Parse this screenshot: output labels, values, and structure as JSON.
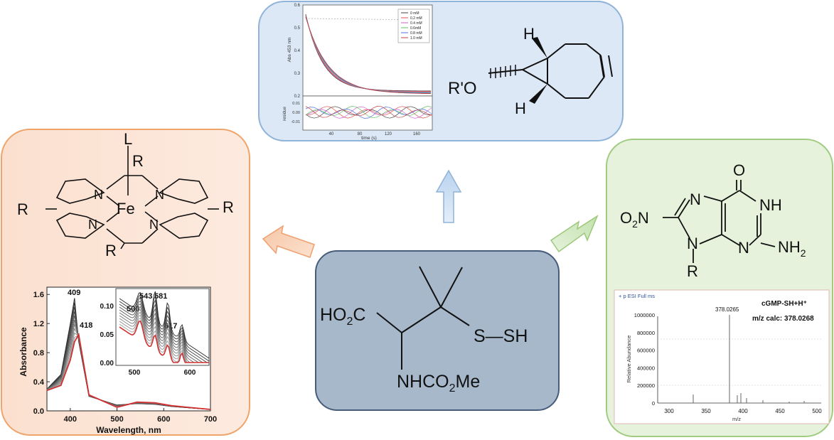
{
  "center": {
    "ho2c": "HO",
    "ho2c_sub": "2",
    "ho2c_c": "C",
    "ssh": "S—SH",
    "nhco2me_a": "NHCO",
    "nhco2me_sub": "2",
    "nhco2me_b": "Me"
  },
  "top_panel": {
    "kinetics": {
      "ylabel": "Abs 453 nm",
      "xlabel": "time (s)",
      "residue_label": "residue",
      "yticks": [
        "0.6",
        "0.5",
        "0.4",
        "0.3",
        "0.2"
      ],
      "xticks": [
        "40",
        "80",
        "120",
        "160"
      ],
      "residue_ticks": [
        "0.01",
        "0.00",
        "-0.01"
      ],
      "legend": [
        "0 mM",
        "0.2 mM",
        "0.4 mM",
        "0.6mM",
        "0.8 mM",
        "1.0  mM"
      ],
      "series_colors": [
        "#444444",
        "#e05050",
        "#d060d0",
        "#60c060",
        "#5070e0",
        "#c04040"
      ]
    },
    "molecule": {
      "r_o": "R'O",
      "h_top": "H",
      "h_bottom": "H"
    }
  },
  "left_panel": {
    "porphyrin": {
      "L": "L",
      "R_top": "R",
      "R_left": "R",
      "R_right": "R",
      "R_bottom": "R",
      "Fe": "Fe",
      "N": "N"
    },
    "chart_data": {
      "type": "line",
      "xlabel": "Wavelength, nm",
      "ylabel": "Absorbance",
      "xlim": [
        350,
        700
      ],
      "ylim": [
        0,
        1.7
      ],
      "xticks": [
        "400",
        "500",
        "600",
        "700"
      ],
      "yticks": [
        "0.0",
        "0.4",
        "0.8",
        "1.2",
        "1.6"
      ],
      "peak_labels": [
        "409",
        "418"
      ],
      "series": [
        {
          "x": [
            350,
            380,
            400,
            409,
            418,
            440,
            500,
            543,
            581,
            617,
            700
          ],
          "y": [
            0.3,
            0.5,
            1.2,
            1.55,
            0.95,
            0.2,
            0.08,
            0.1,
            0.09,
            0.06,
            0.02
          ]
        },
        {
          "x": [
            350,
            380,
            400,
            409,
            418,
            440,
            500,
            543,
            581,
            617,
            700
          ],
          "y": [
            0.28,
            0.35,
            0.7,
            0.95,
            1.05,
            0.22,
            0.05,
            0.12,
            0.11,
            0.07,
            0.02
          ]
        }
      ],
      "inset": {
        "xticks": [
          "500",
          "600"
        ],
        "yticks": [
          "0.10",
          "0.05",
          "0.00"
        ],
        "peak_labels": [
          "500",
          "543",
          "581",
          "617"
        ]
      }
    }
  },
  "right_panel": {
    "molecule": {
      "o": "O",
      "n7": "N",
      "nh": "NH",
      "o2n_a": "O",
      "o2n_sub": "2",
      "o2n_b": "N",
      "n9": "N",
      "n3": "N",
      "nh2_a": "NH",
      "nh2_sub": "2",
      "r": "R"
    },
    "ms": {
      "scan": "+ p ESI Full ms",
      "compound": "cGMP-SH+H⁺",
      "calc": "m/z calc: 378.0268",
      "peak_label": "378.0265",
      "ylabel": "Relative Abundance",
      "xlabel": "m/z",
      "yticks": [
        "1000000",
        "800000",
        "600000",
        "400000",
        "200000",
        "0"
      ],
      "xticks": [
        "300",
        "350",
        "400",
        "450",
        "500"
      ]
    }
  },
  "colors": {
    "left_fill": "#fce4d6",
    "left_stroke": "#f0a060",
    "top_fill": "#dce8f6",
    "top_stroke": "#8ab0d8",
    "right_fill": "#e6f2dc",
    "right_stroke": "#9cc87a",
    "center_fill": "#a8b8cb",
    "center_stroke": "#445a7a"
  }
}
